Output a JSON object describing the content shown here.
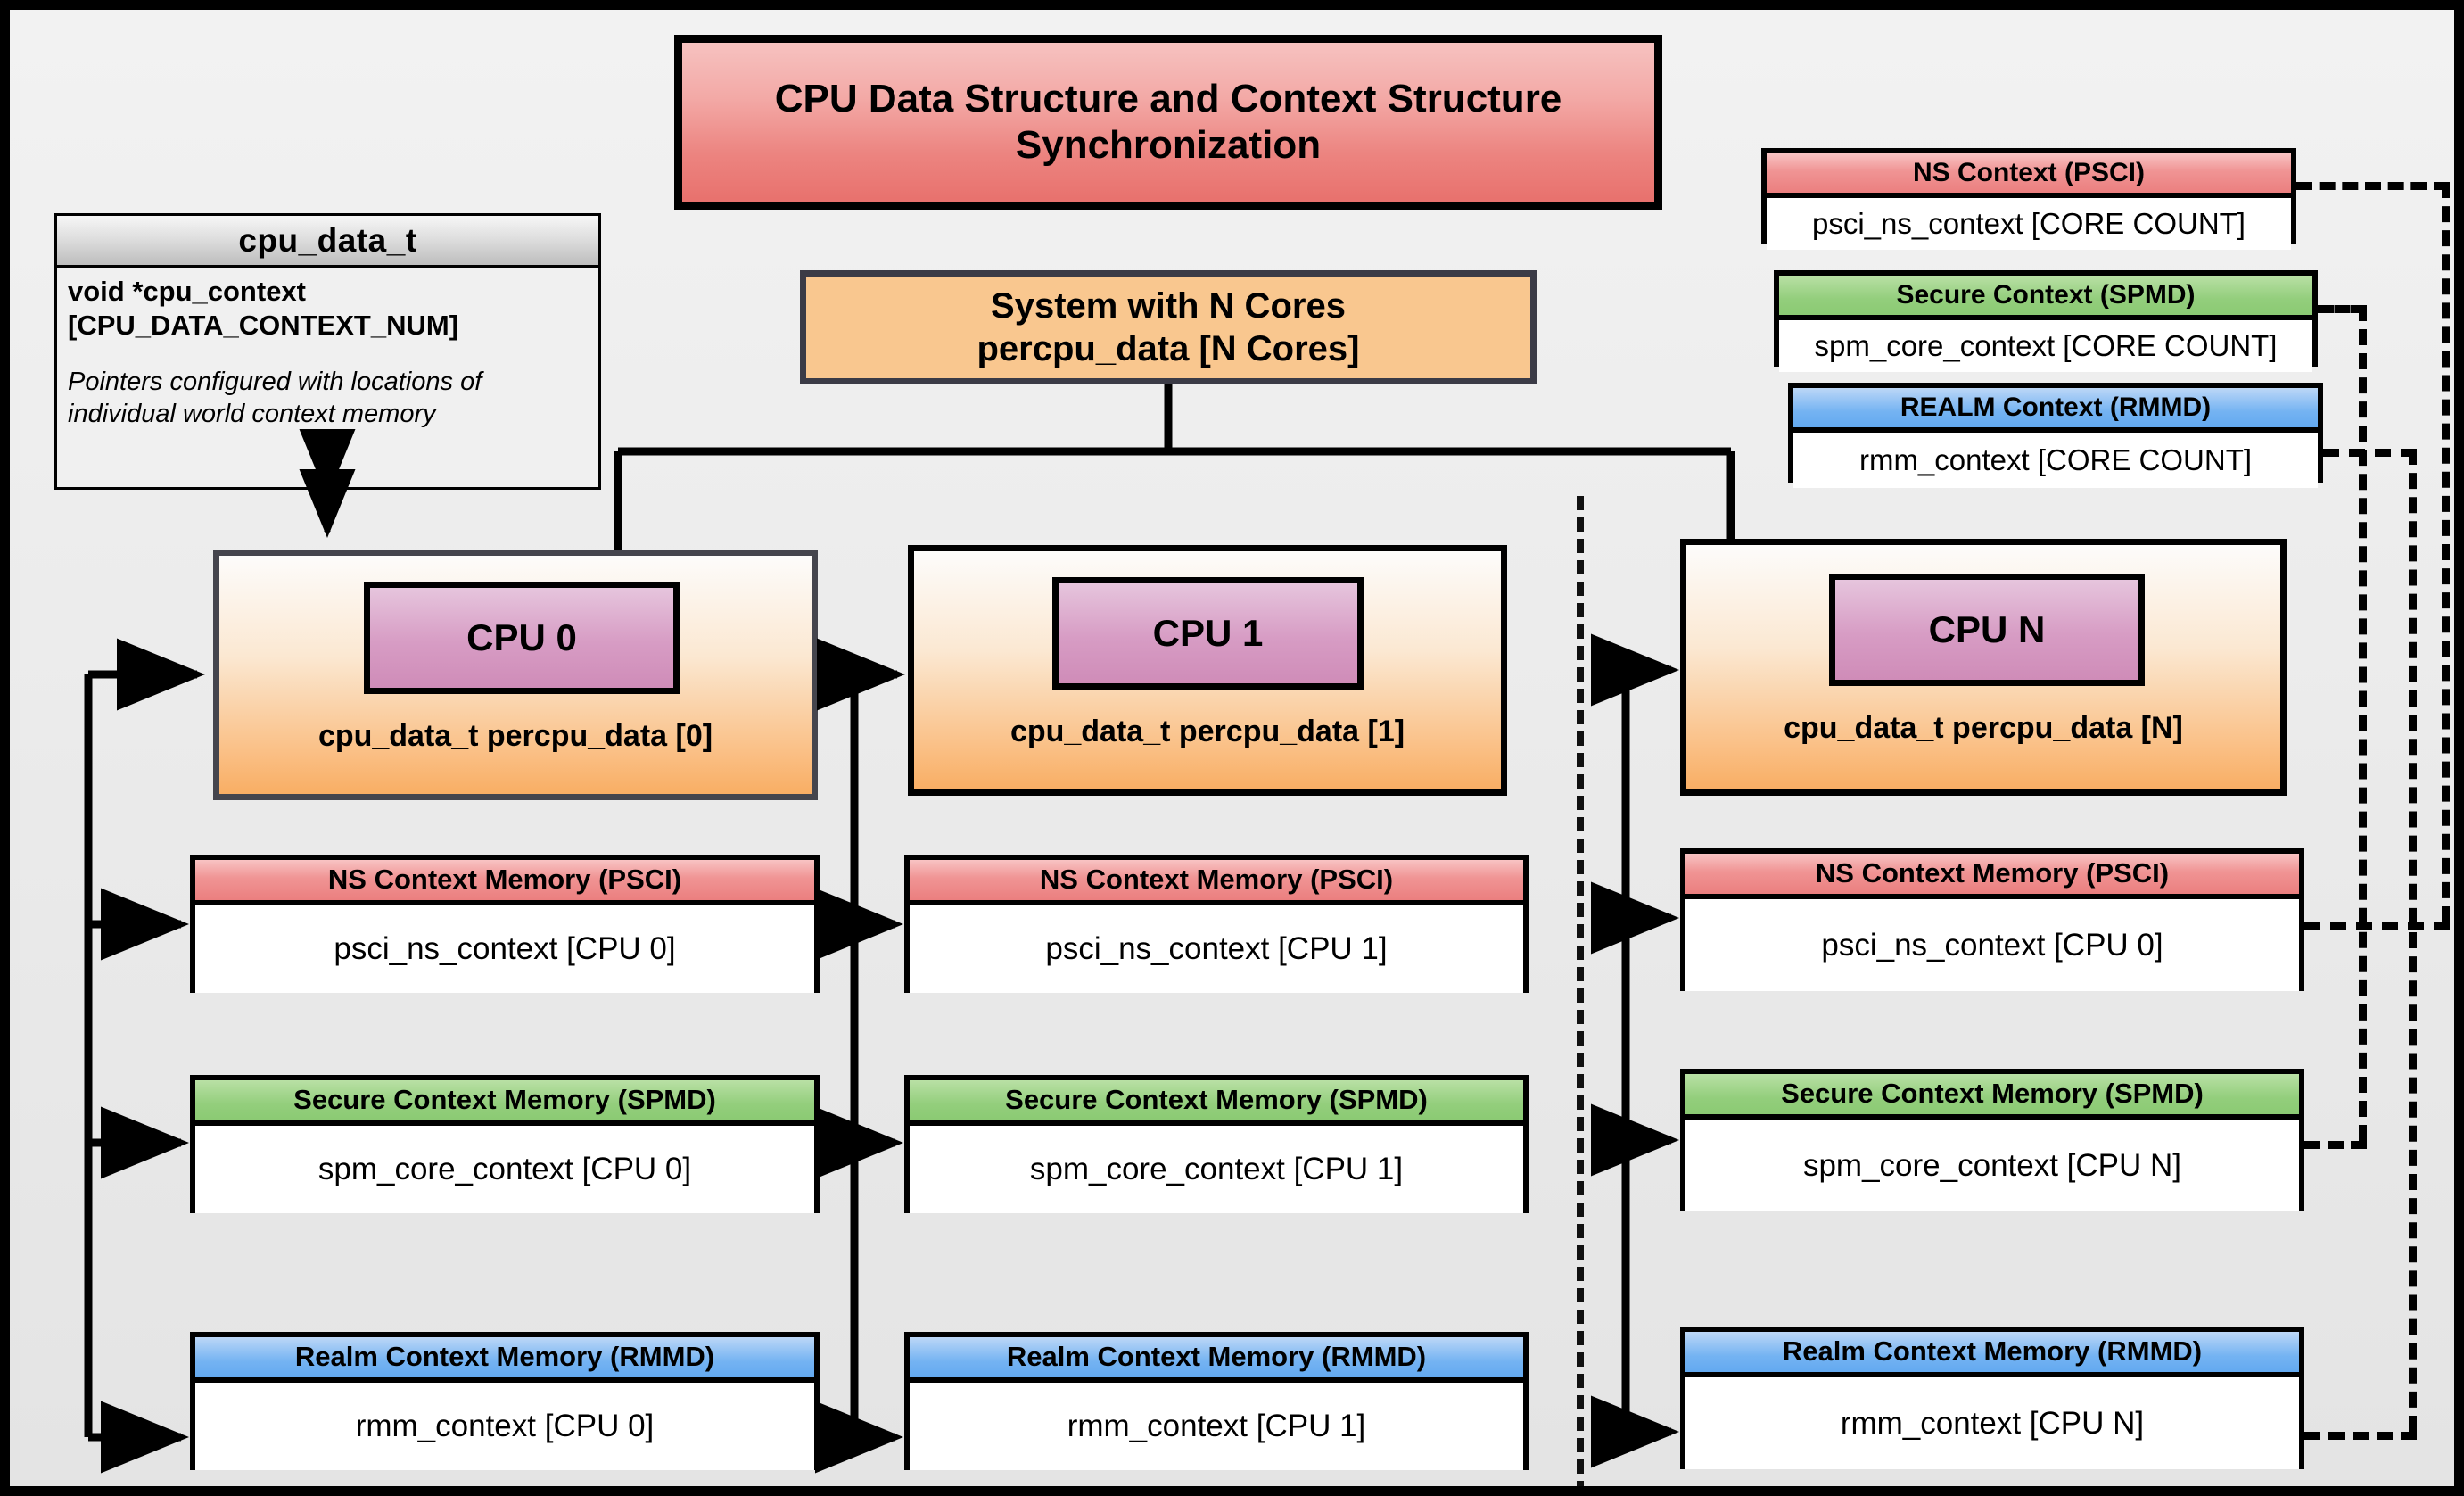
{
  "title": "CPU Data Structure and Context Structure Synchronization",
  "cpu_data_t": {
    "name": "cpu_data_t",
    "field": "void  *cpu_context [CPU_DATA_CONTEXT_NUM]",
    "field_line1": "void  *cpu_context",
    "field_line2": "[CPU_DATA_CONTEXT_NUM]",
    "note": "Pointers configured with locations of individual world context memory"
  },
  "system": {
    "line1": "System with N Cores",
    "line2": "percpu_data [N Cores]"
  },
  "global_contexts": [
    {
      "header": "NS Context  (PSCI)",
      "value": "psci_ns_context [CORE COUNT]",
      "color": "#eb7f7f"
    },
    {
      "header": "Secure Context (SPMD)",
      "value": "spm_core_context [CORE COUNT]",
      "color": "#8bca73"
    },
    {
      "header": "REALM Context (RMMD)",
      "value": "rmm_context [CORE COUNT]",
      "color": "#63a9f0"
    }
  ],
  "cpus": [
    {
      "chip": "CPU 0",
      "caption": "cpu_data_t percpu_data [0]",
      "contexts": [
        {
          "header": "NS Context Memory (PSCI)",
          "value": "psci_ns_context [CPU 0]"
        },
        {
          "header": "Secure Context Memory (SPMD)",
          "value": "spm_core_context [CPU 0]"
        },
        {
          "header": "Realm Context Memory (RMMD)",
          "value": "rmm_context [CPU 0]"
        }
      ]
    },
    {
      "chip": "CPU 1",
      "caption": "cpu_data_t percpu_data [1]",
      "contexts": [
        {
          "header": "NS Context Memory (PSCI)",
          "value": "psci_ns_context [CPU 1]"
        },
        {
          "header": "Secure Context Memory (SPMD)",
          "value": "spm_core_context [CPU 1]"
        },
        {
          "header": "Realm Context Memory (RMMD)",
          "value": "rmm_context [CPU 1]"
        }
      ]
    },
    {
      "chip": "CPU N",
      "caption": "cpu_data_t percpu_data [N]",
      "contexts": [
        {
          "header": "NS Context Memory (PSCI)",
          "value": "psci_ns_context [CPU 0]"
        },
        {
          "header": "Secure Context Memory (SPMD)",
          "value": "spm_core_context [CPU N]"
        },
        {
          "header": "Realm Context Memory (RMMD)",
          "value": "rmm_context [CPU N]"
        }
      ]
    }
  ],
  "colors": {
    "ns": "#eb7f7f",
    "secure": "#8bca73",
    "realm": "#63a9f0",
    "cpu_panel": "#f9ae64",
    "cpu_chip": "#cf8cb8",
    "title": "#e8716d",
    "background": "#eaeaea"
  }
}
